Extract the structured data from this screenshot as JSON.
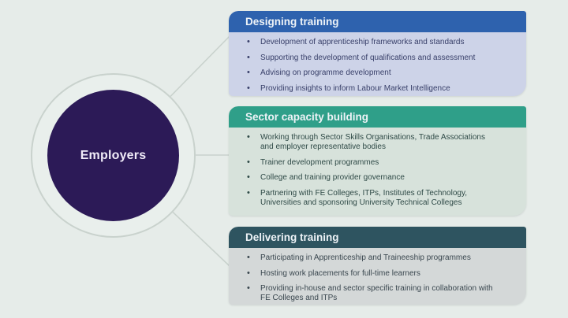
{
  "canvas": {
    "background": "#e6ece9",
    "connector_color": "#c9d2cd"
  },
  "hub": {
    "label": "Employers",
    "fill": "#2c1a57",
    "ring_fill": "#e9efec",
    "ring_stroke": "#c9d2cd",
    "text_color": "#f1ecf8"
  },
  "boxes": [
    {
      "title": "Designing training",
      "header_color": "#2e62ae",
      "body_color": "#cdd3e8",
      "text_color": "#39406a",
      "bullets": [
        "Development of apprenticeship frameworks and standards",
        "Supporting the development of qualifications and assessment",
        "Advising on programme development",
        "Providing  insights to inform Labour Market Intelligence"
      ]
    },
    {
      "title": "Sector capacity building",
      "header_color": "#2f9f89",
      "body_color": "#d7e2db",
      "text_color": "#2f4a47",
      "bullets": [
        "Working through Sector Skills Organisations, Trade Associations and employer representative bodies",
        "Trainer development programmes",
        "College and training provider governance",
        "Partnering with FE Colleges, ITPs, Institutes of Technology, Universities and sponsoring University Technical Colleges"
      ]
    },
    {
      "title": "Delivering training",
      "header_color": "#2e5460",
      "body_color": "#d4d8d8",
      "text_color": "#3a474f",
      "bullets": [
        "Participating in Apprenticeship and Traineeship programmes",
        "Hosting work placements for full-time learners",
        "Providing in-house and sector specific training in collaboration with FE Colleges and ITPs"
      ]
    }
  ]
}
